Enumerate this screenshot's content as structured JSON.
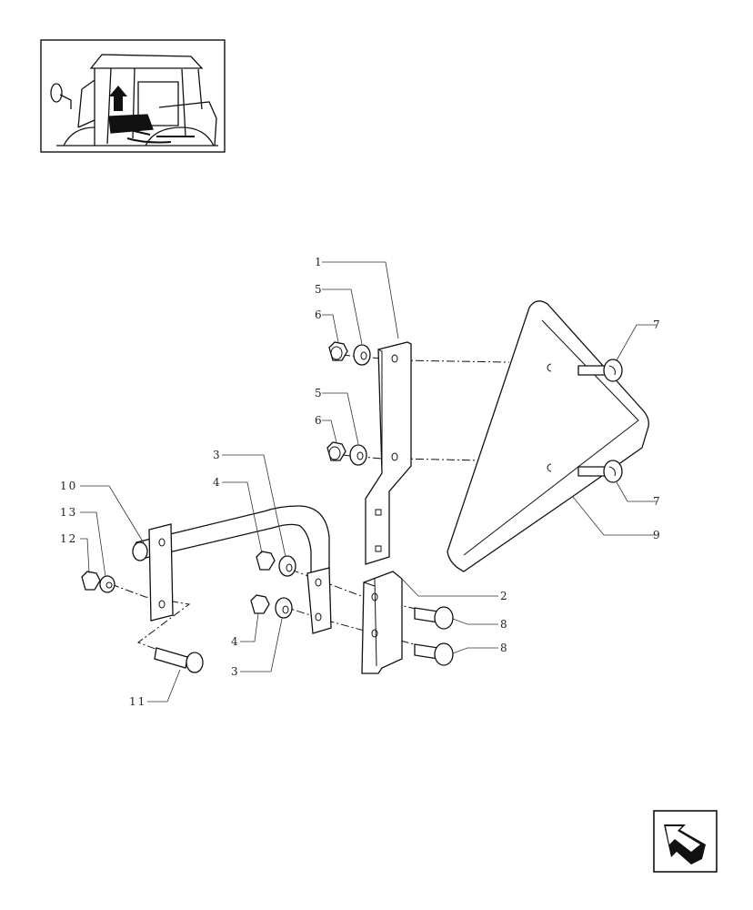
{
  "diagram": {
    "callouts": [
      {
        "id": "1",
        "text": "1"
      },
      {
        "id": "2",
        "text": "2"
      },
      {
        "id": "3a",
        "text": "3"
      },
      {
        "id": "3b",
        "text": "3"
      },
      {
        "id": "4a",
        "text": "4"
      },
      {
        "id": "4b",
        "text": "4"
      },
      {
        "id": "5a",
        "text": "5"
      },
      {
        "id": "5b",
        "text": "5"
      },
      {
        "id": "6a",
        "text": "6"
      },
      {
        "id": "6b",
        "text": "6"
      },
      {
        "id": "7a",
        "text": "7"
      },
      {
        "id": "7b",
        "text": "7"
      },
      {
        "id": "8a",
        "text": "8"
      },
      {
        "id": "8b",
        "text": "8"
      },
      {
        "id": "9",
        "text": "9"
      },
      {
        "id": "10",
        "text": "10"
      },
      {
        "id": "11",
        "text": "11"
      },
      {
        "id": "12",
        "text": "12"
      },
      {
        "id": "13",
        "text": "13"
      }
    ]
  },
  "thumbnail": {
    "icon": "tractor-cab-location-thumbnail"
  },
  "navigation": {
    "icon": "return-arrow-icon"
  }
}
